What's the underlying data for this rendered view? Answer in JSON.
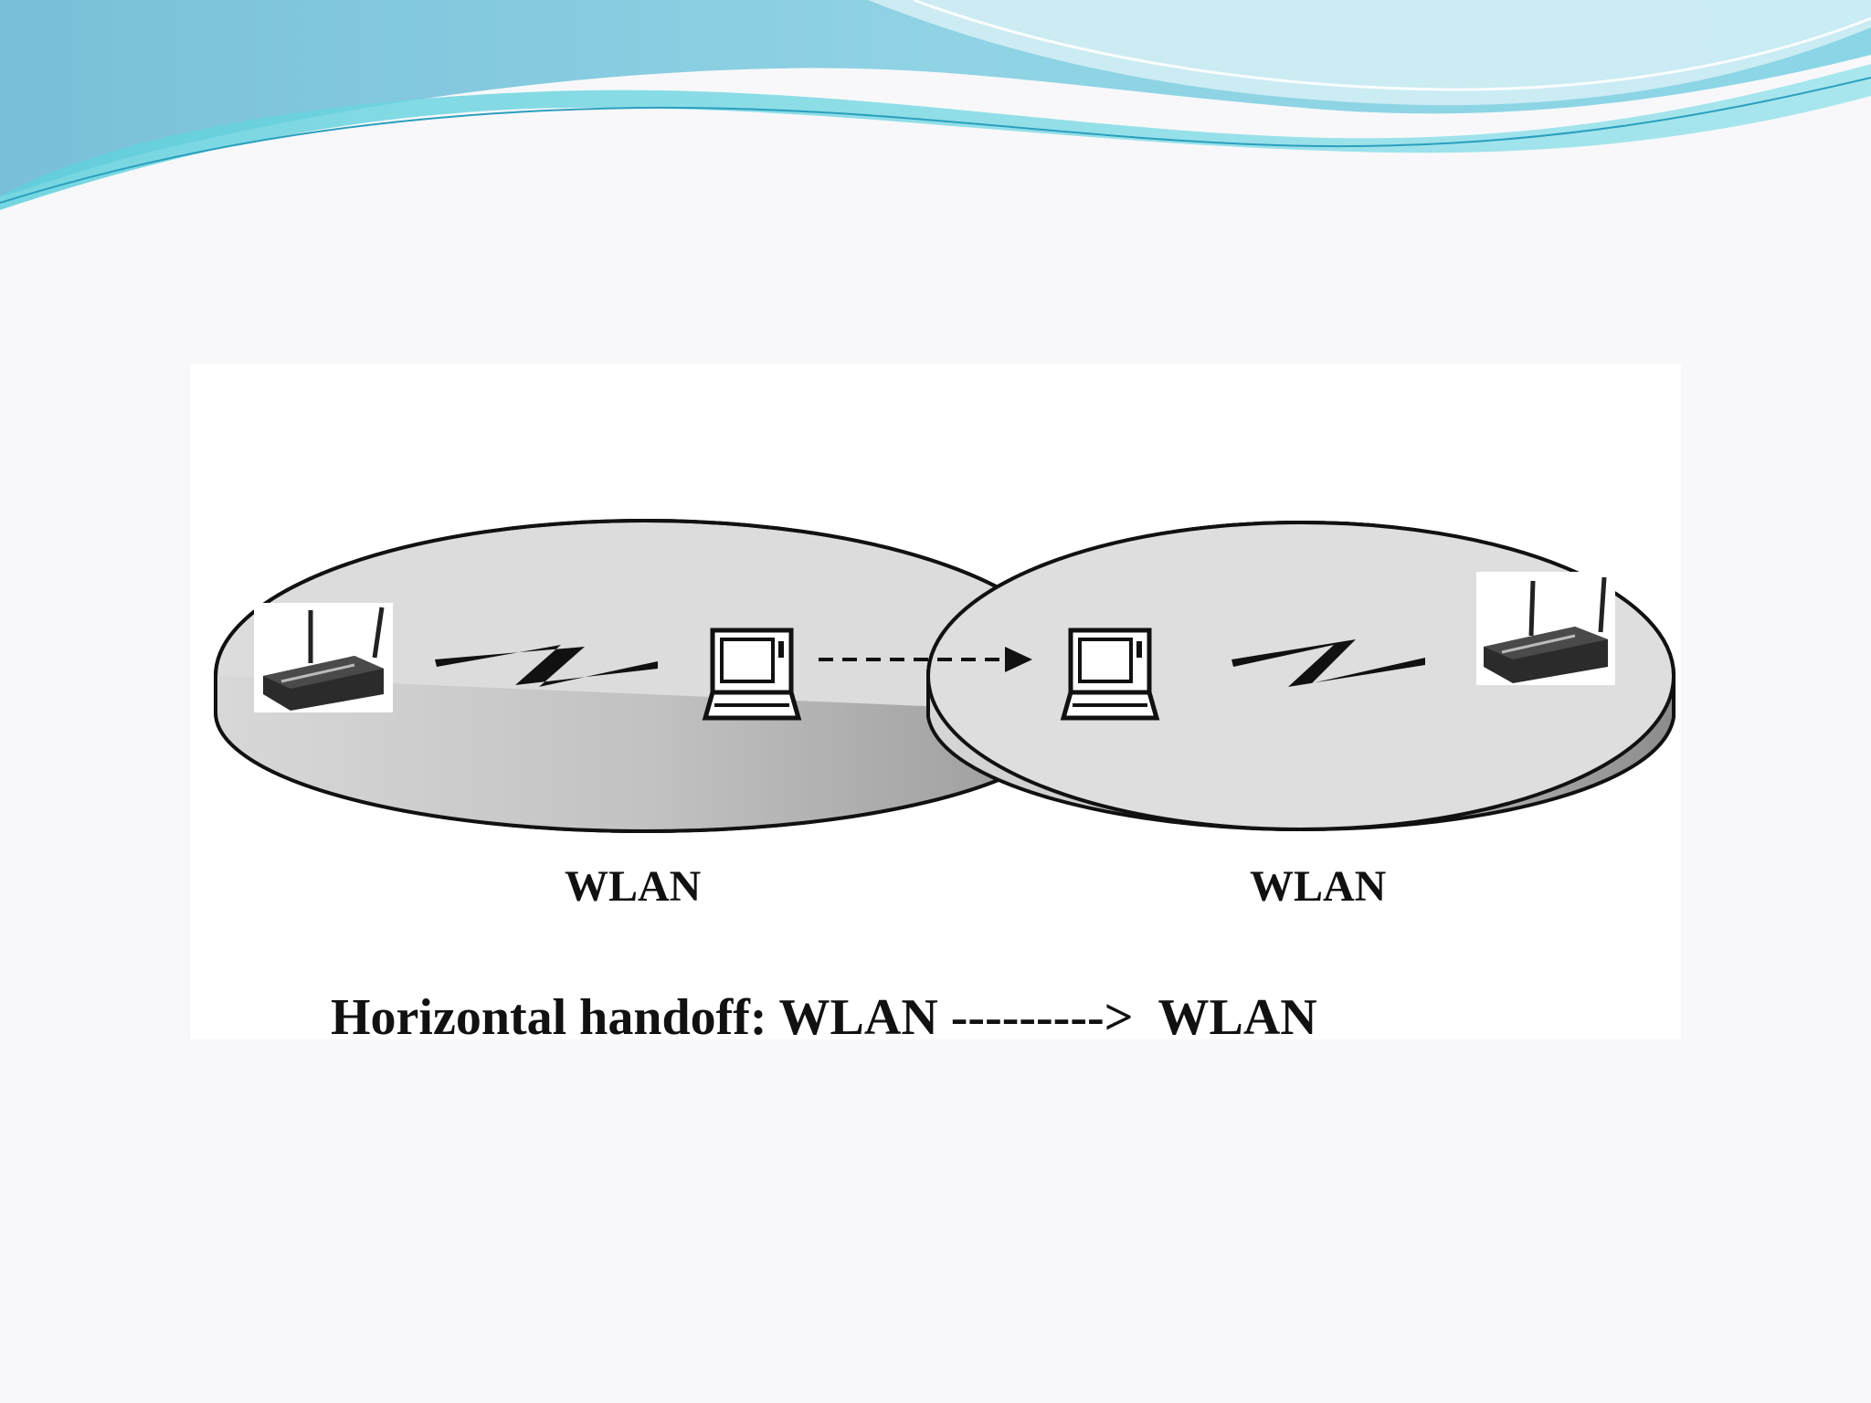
{
  "slide": {
    "background_color": "#f8f8fa",
    "header_colors": [
      "#7fc3db",
      "#9fe3ee",
      "#4fc7d6"
    ]
  },
  "diagram": {
    "left_network_label": "WLAN",
    "right_network_label": "WLAN",
    "caption": "Horizontal handoff: WLAN --------->  WLAN",
    "icons": [
      "wireless-router-icon",
      "lightning-signal-icon",
      "laptop-icon",
      "dashed-arrow-icon"
    ]
  }
}
